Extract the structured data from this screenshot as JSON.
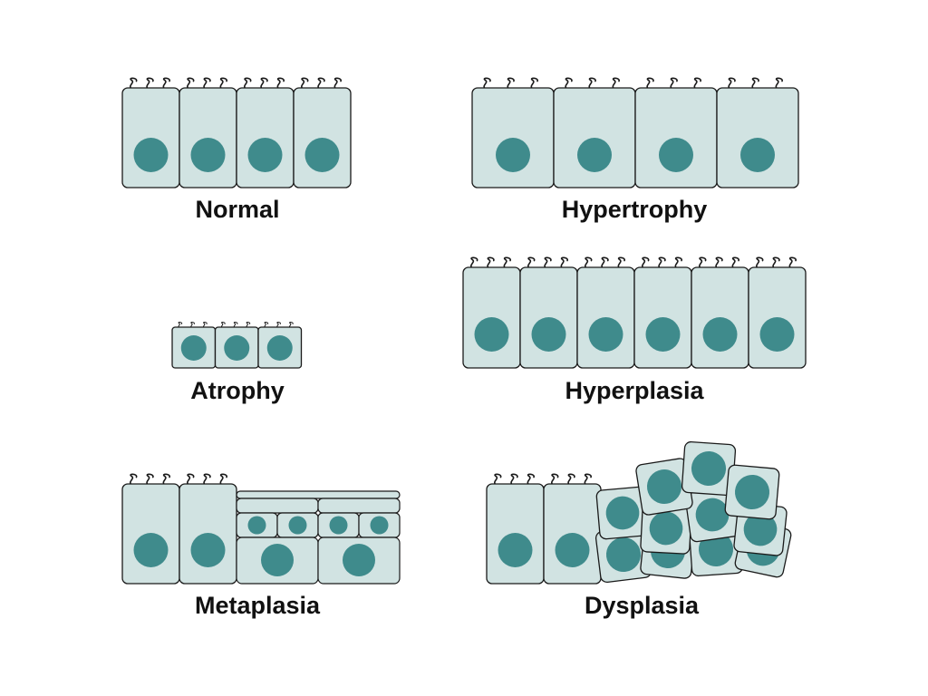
{
  "labels": {
    "normal": "Normal",
    "hypertrophy": "Hypertrophy",
    "atrophy": "Atrophy",
    "hyperplasia": "Hyperplasia",
    "metaplasia": "Metaplasia",
    "dysplasia": "Dysplasia"
  },
  "colors": {
    "cell_fill": "#d1e3e2",
    "nucleus": "#3f8b8c",
    "outline": "#1a1a1a",
    "background": "#ffffff"
  }
}
